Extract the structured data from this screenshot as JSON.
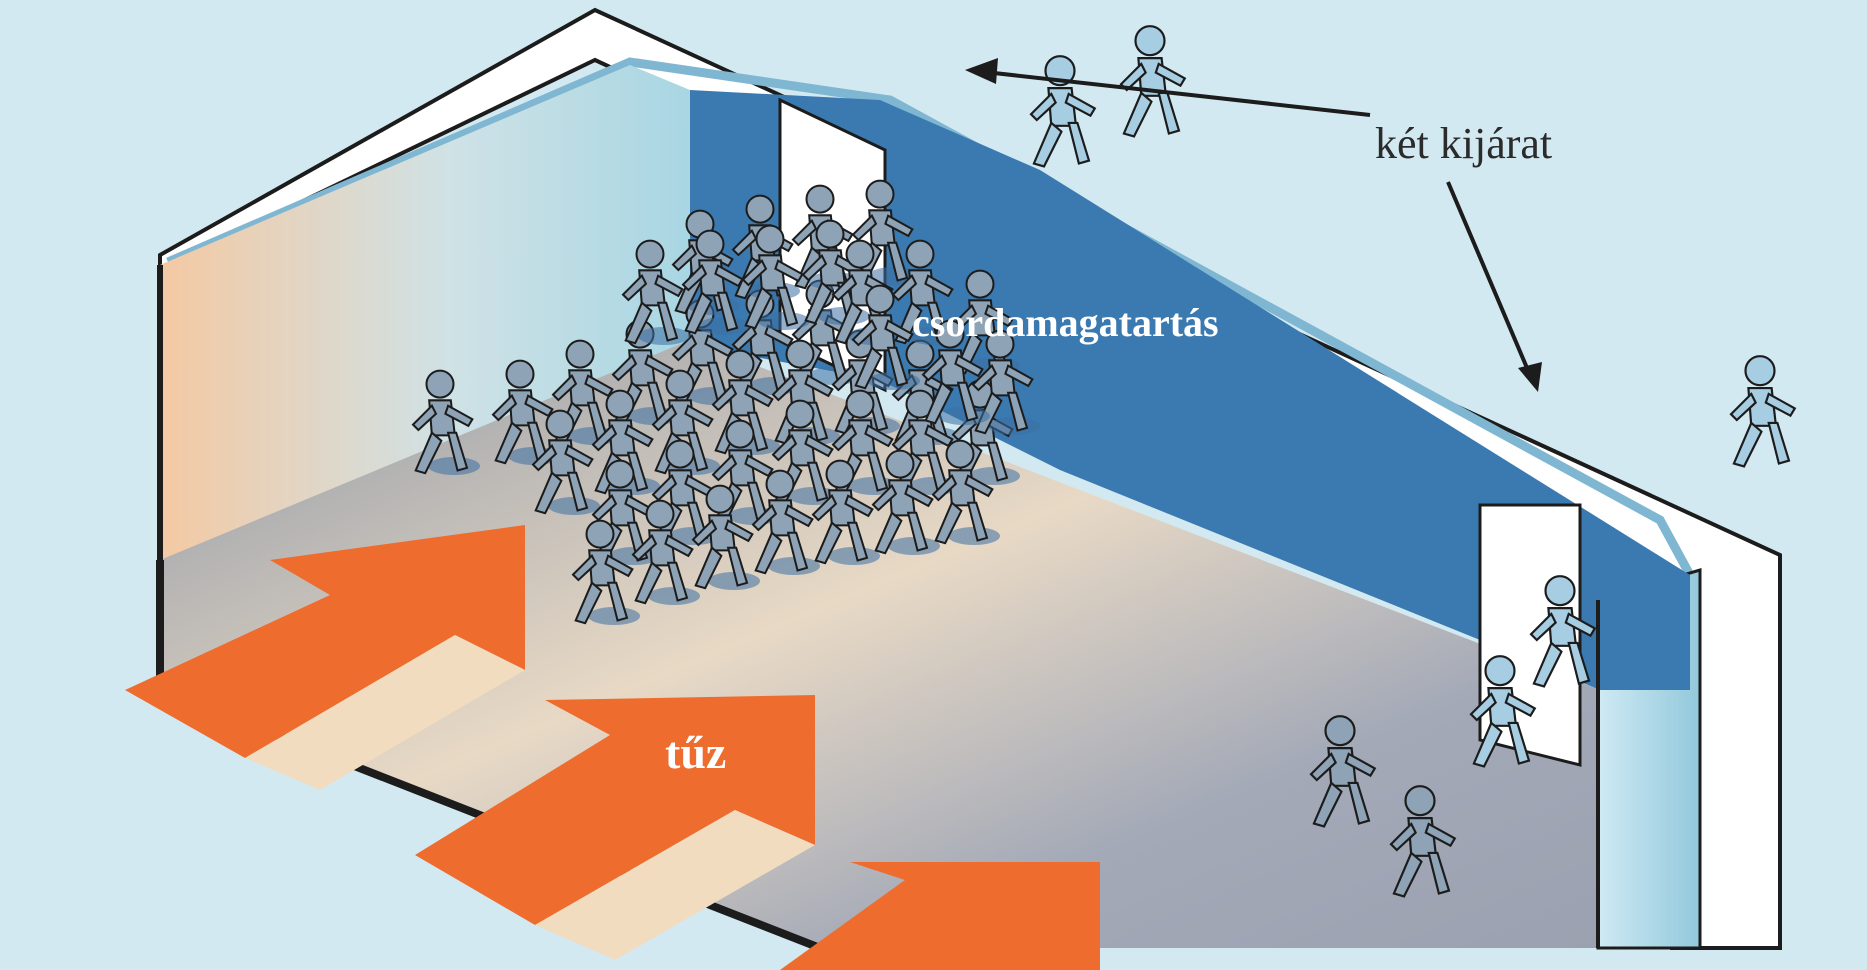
{
  "labels": {
    "exits": "két kijárat",
    "herd": "csordamagatartás",
    "fire": "tűz"
  },
  "colors": {
    "background": "#d3e9f1",
    "wall_blue": "#3a7ab1",
    "fire_orange": "#ee6c2d",
    "person": "#8ea3b6",
    "person_escaped": "#a6cde2"
  },
  "icons": [
    "person-icon",
    "fire-arrow-icon",
    "exit-door-icon"
  ]
}
